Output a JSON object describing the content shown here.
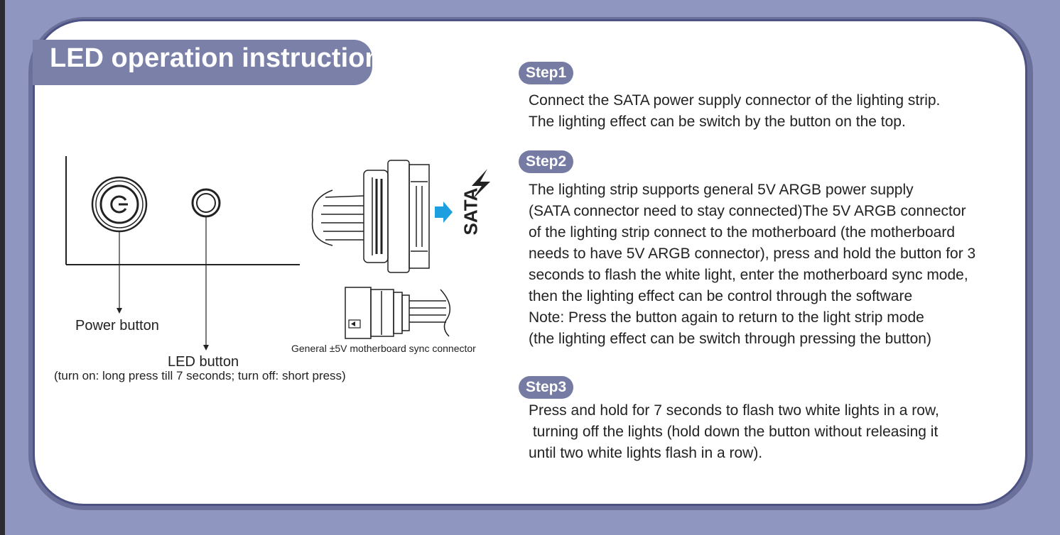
{
  "title": "LED operation instruction",
  "steps": [
    {
      "label": "Step1",
      "lines": [
        "Connect the SATA power supply connector of the lighting strip.",
        "The lighting effect can be switch by the button on the top."
      ]
    },
    {
      "label": "Step2",
      "lines": [
        "The lighting strip supports general 5V ARGB power supply",
        "(SATA connector need to stay connected)The 5V ARGB connector",
        "of the lighting strip connect to the motherboard (the motherboard",
        "needs to have 5V ARGB connector), press and hold the button for 3",
        "seconds to flash the white light, enter the motherboard sync mode,",
        "then the lighting effect can be control through the software",
        "Note: Press the button again to return to the light strip mode",
        "(the lighting effect can be switch through pressing the button)"
      ]
    },
    {
      "label": "Step3",
      "lines": [
        "Press and hold for 7 seconds to flash two white lights in a row,",
        " turning off the lights (hold down the button without releasing it",
        "until two white lights flash in a row)."
      ]
    }
  ],
  "diagram": {
    "power_button_label": "Power button",
    "led_button_label": "LED button",
    "led_button_note": "(turn on: long press till 7 seconds; turn off: short press)",
    "sata_label": "SATA",
    "sync_connector_label": "General ±5V motherboard sync connector",
    "icons": [
      "power-icon",
      "arrow-right-icon",
      "lightning-icon",
      "arrow-left-icon"
    ],
    "accent_color": "#1ea0e0",
    "badge_color": "#757ba3"
  }
}
